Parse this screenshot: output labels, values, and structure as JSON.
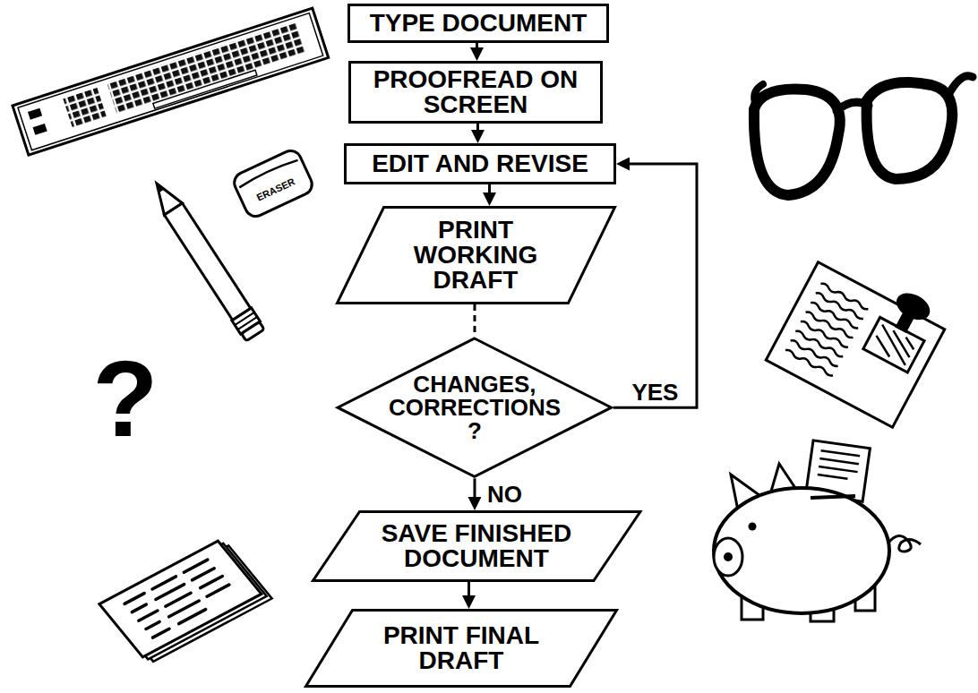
{
  "diagram": {
    "nodes": [
      {
        "text": [
          "TYPE DOCUMENT"
        ]
      },
      {
        "text": [
          "PROOFREAD ON SCREEN"
        ]
      },
      {
        "text": [
          "EDIT AND REVISE"
        ]
      },
      {
        "text": [
          "PRINT WORKING DRAFT"
        ]
      },
      {
        "text": [
          "CHANGES, CORRECTIONS ?"
        ]
      },
      {
        "text": [
          "SAVE FINISHED DOCUMENT"
        ]
      },
      {
        "text": [
          "PRINT FINAL DRAFT"
        ]
      }
    ],
    "edges": [
      {
        "from": 0,
        "to": 1,
        "arrow": "to"
      },
      {
        "from": 1,
        "to": 2,
        "arrow": "to"
      },
      {
        "from": 2,
        "to": 3,
        "arrow": "to"
      },
      {
        "from": 3,
        "to": 4,
        "arrow": "none"
      },
      {
        "from": 4,
        "to": 2,
        "label": "YES",
        "arrow": "to"
      },
      {
        "from": 4,
        "to": 5,
        "label": "NO",
        "arrow": "to"
      },
      {
        "from": 5,
        "to": 6,
        "arrow": "to"
      }
    ],
    "labels": [
      "ERASER",
      "?"
    ]
  }
}
